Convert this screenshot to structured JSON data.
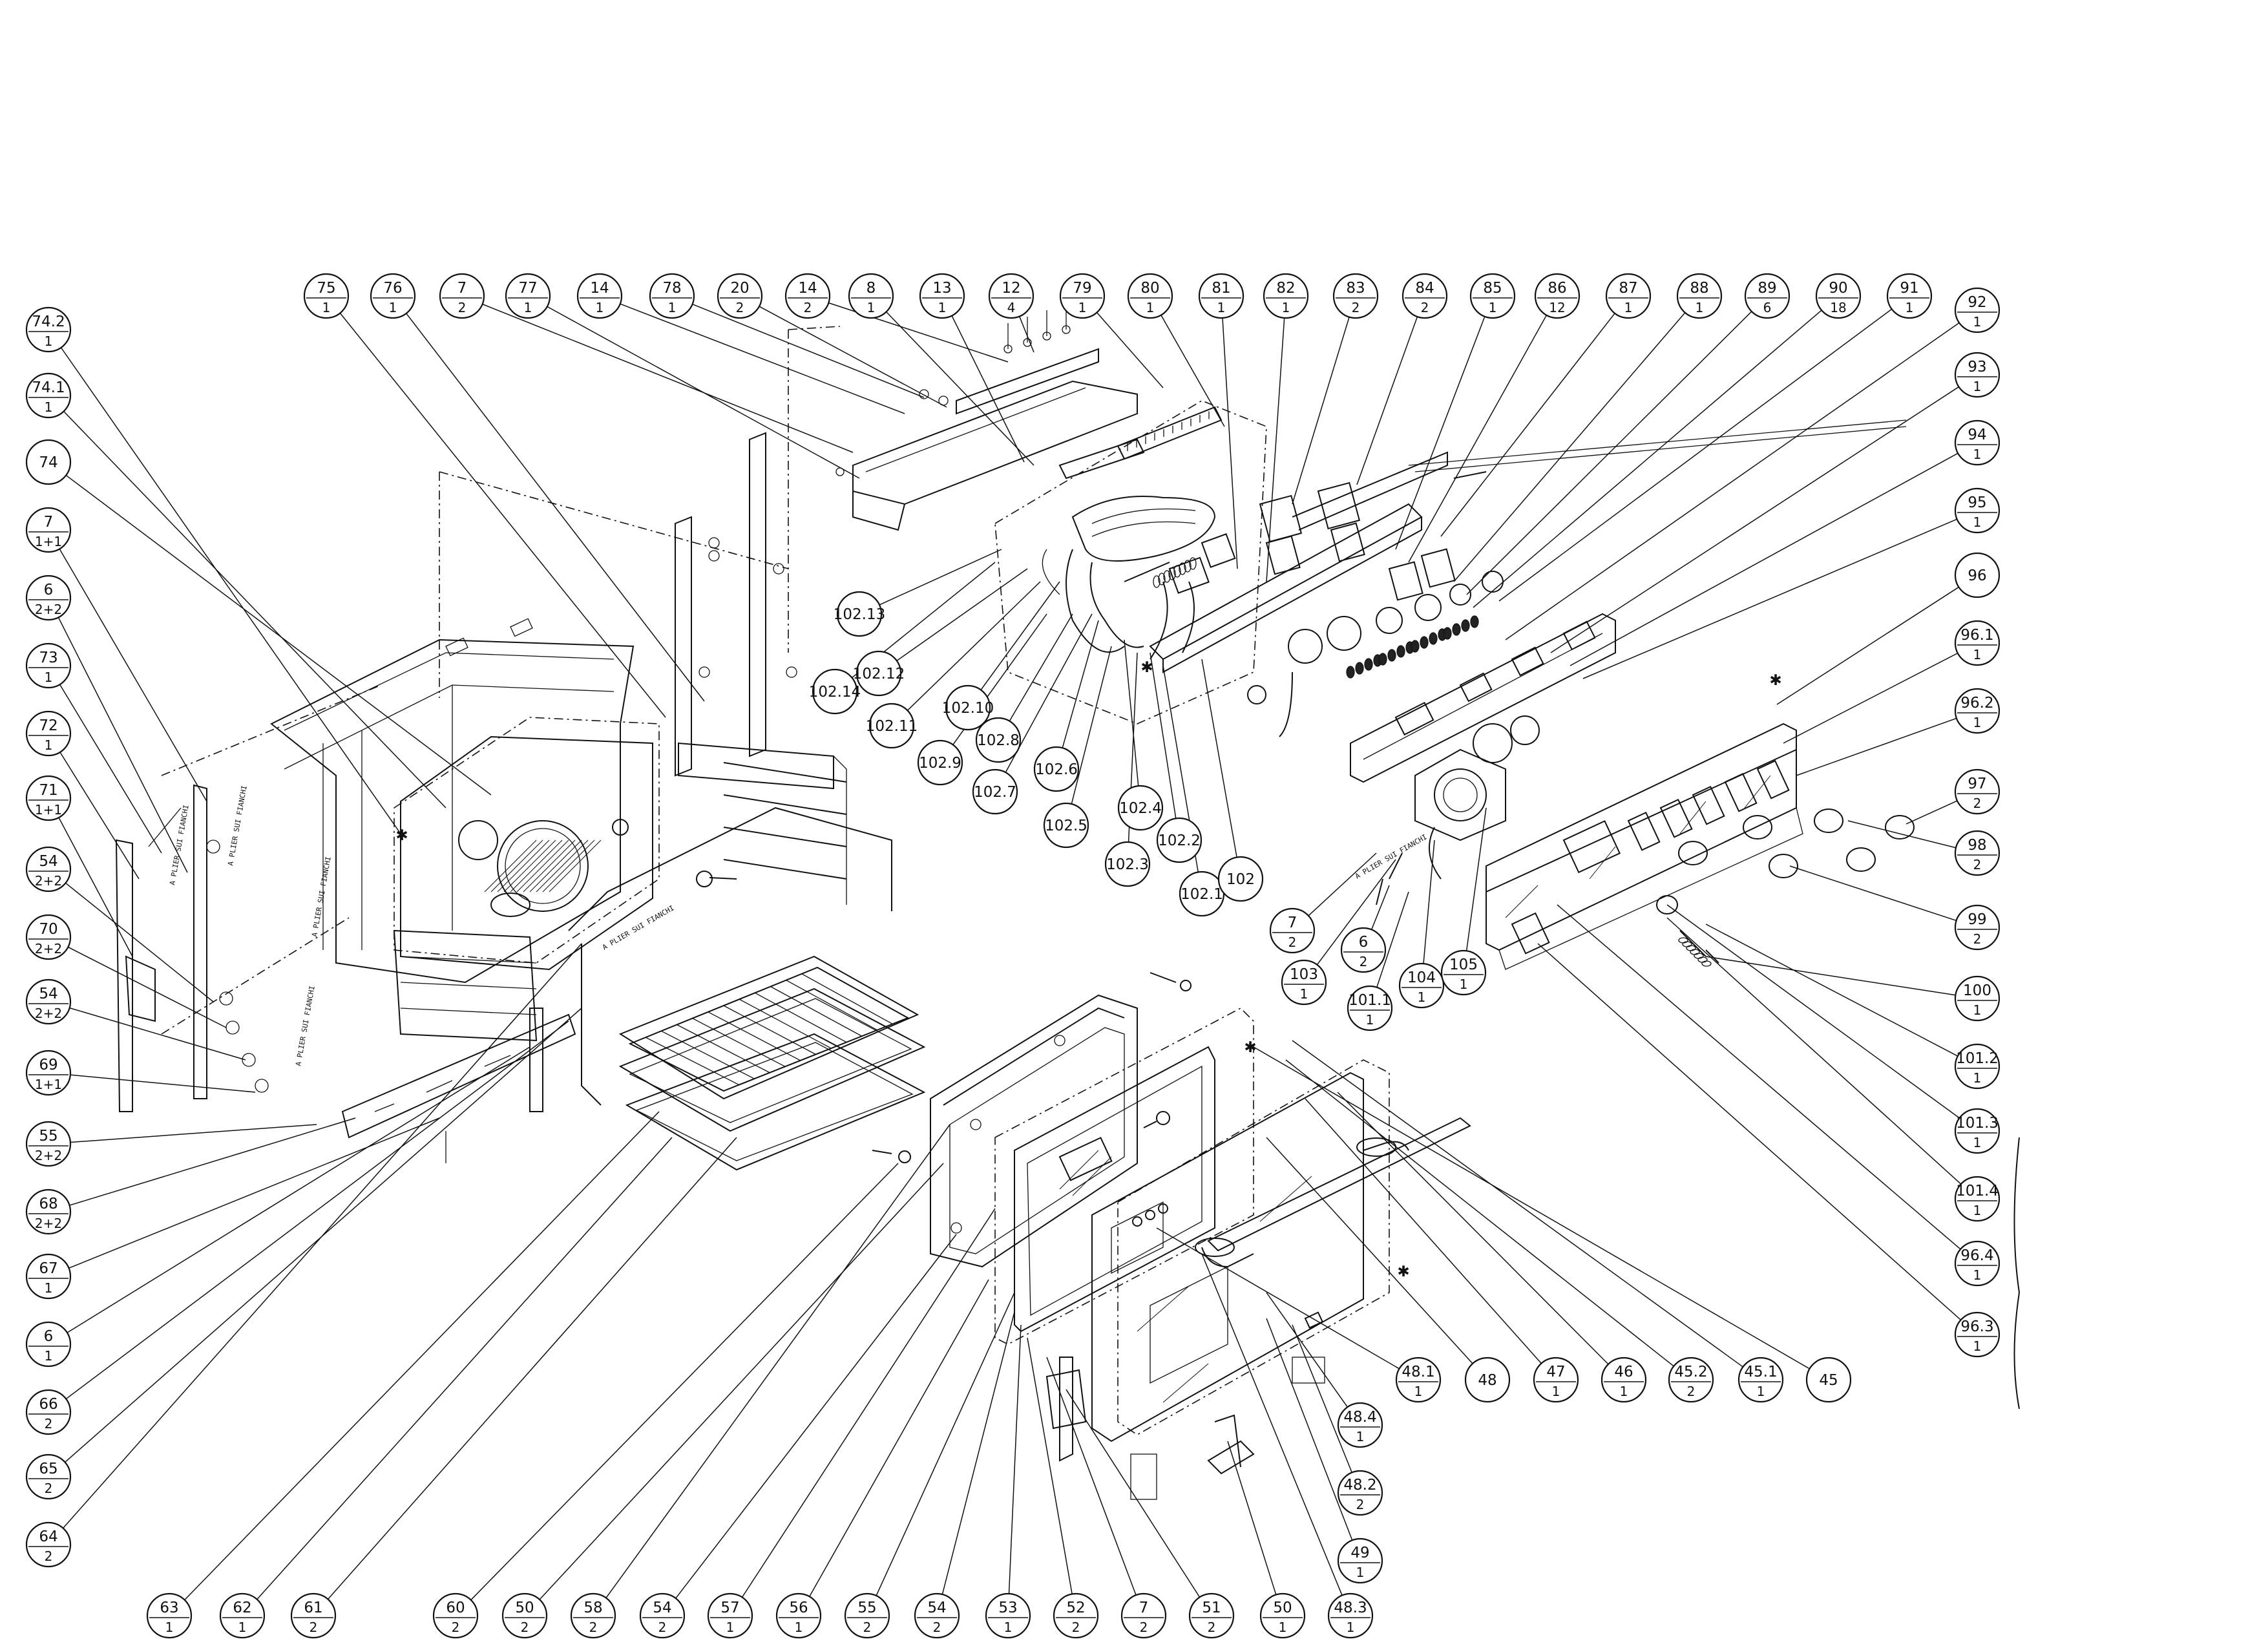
{
  "parts": [
    {
      "num": "75",
      "qty": "1"
    },
    {
      "num": "76",
      "qty": "1"
    },
    {
      "num": "7",
      "qty": "2"
    },
    {
      "num": "77",
      "qty": "1"
    },
    {
      "num": "14",
      "qty": "1"
    },
    {
      "num": "78",
      "qty": "1"
    },
    {
      "num": "20",
      "qty": "2"
    },
    {
      "num": "14",
      "qty": "2"
    },
    {
      "num": "8",
      "qty": "1"
    },
    {
      "num": "13",
      "qty": "1"
    },
    {
      "num": "12",
      "qty": "4"
    },
    {
      "num": "79",
      "qty": "1"
    },
    {
      "num": "80",
      "qty": "1"
    },
    {
      "num": "81",
      "qty": "1"
    },
    {
      "num": "82",
      "qty": "1"
    },
    {
      "num": "83",
      "qty": "2"
    },
    {
      "num": "84",
      "qty": "2"
    },
    {
      "num": "85",
      "qty": "1"
    },
    {
      "num": "86",
      "qty": "12"
    },
    {
      "num": "87",
      "qty": "1"
    },
    {
      "num": "88",
      "qty": "1"
    },
    {
      "num": "89",
      "qty": "6"
    },
    {
      "num": "90",
      "qty": "18"
    },
    {
      "num": "91",
      "qty": "1"
    },
    {
      "num": "92",
      "qty": "1"
    },
    {
      "num": "93",
      "qty": "1"
    },
    {
      "num": "94",
      "qty": "1"
    },
    {
      "num": "95",
      "qty": "1"
    },
    {
      "num": "96",
      "qty": ""
    },
    {
      "num": "96.1",
      "qty": "1"
    },
    {
      "num": "96.2",
      "qty": "1"
    },
    {
      "num": "97",
      "qty": "2"
    },
    {
      "num": "98",
      "qty": "2"
    },
    {
      "num": "99",
      "qty": "2"
    },
    {
      "num": "100",
      "qty": "1"
    },
    {
      "num": "101.2",
      "qty": "1"
    },
    {
      "num": "101.3",
      "qty": "1"
    },
    {
      "num": "101.4",
      "qty": "1"
    },
    {
      "num": "96.4",
      "qty": "1"
    },
    {
      "num": "96.3",
      "qty": "1"
    },
    {
      "num": "74.2",
      "qty": "1"
    },
    {
      "num": "74.1",
      "qty": "1"
    },
    {
      "num": "74",
      "qty": ""
    },
    {
      "num": "7",
      "qty": "1+1"
    },
    {
      "num": "6",
      "qty": "2+2"
    },
    {
      "num": "73",
      "qty": "1"
    },
    {
      "num": "72",
      "qty": "1"
    },
    {
      "num": "71",
      "qty": "1+1"
    },
    {
      "num": "54",
      "qty": "2+2"
    },
    {
      "num": "70",
      "qty": "2+2"
    },
    {
      "num": "54",
      "qty": "2+2"
    },
    {
      "num": "69",
      "qty": "1+1"
    },
    {
      "num": "55",
      "qty": "2+2"
    },
    {
      "num": "68",
      "qty": "2+2"
    },
    {
      "num": "67",
      "qty": "1"
    },
    {
      "num": "6",
      "qty": "1"
    },
    {
      "num": "66",
      "qty": "2"
    },
    {
      "num": "65",
      "qty": "2"
    },
    {
      "num": "64",
      "qty": "2"
    },
    {
      "num": "63",
      "qty": "1"
    },
    {
      "num": "62",
      "qty": "1"
    },
    {
      "num": "61",
      "qty": "2"
    },
    {
      "num": "60",
      "qty": "2"
    },
    {
      "num": "50",
      "qty": "2"
    },
    {
      "num": "58",
      "qty": "2"
    },
    {
      "num": "54",
      "qty": "2"
    },
    {
      "num": "57",
      "qty": "1"
    },
    {
      "num": "56",
      "qty": "1"
    },
    {
      "num": "55",
      "qty": "2"
    },
    {
      "num": "54",
      "qty": "2"
    },
    {
      "num": "53",
      "qty": "1"
    },
    {
      "num": "52",
      "qty": "2"
    },
    {
      "num": "7",
      "qty": "2"
    },
    {
      "num": "51",
      "qty": "2"
    },
    {
      "num": "50",
      "qty": "1"
    },
    {
      "num": "48.3",
      "qty": "1"
    },
    {
      "num": "102.13",
      "qty": ""
    },
    {
      "num": "102.14",
      "qty": ""
    },
    {
      "num": "102.12",
      "qty": ""
    },
    {
      "num": "102.11",
      "qty": ""
    },
    {
      "num": "102.10",
      "qty": ""
    },
    {
      "num": "102.9",
      "qty": ""
    },
    {
      "num": "102.8",
      "qty": ""
    },
    {
      "num": "102.7",
      "qty": ""
    },
    {
      "num": "102.6",
      "qty": ""
    },
    {
      "num": "102.5",
      "qty": ""
    },
    {
      "num": "102.4",
      "qty": ""
    },
    {
      "num": "102.3",
      "qty": ""
    },
    {
      "num": "102.2",
      "qty": ""
    },
    {
      "num": "102.1",
      "qty": ""
    },
    {
      "num": "102",
      "qty": ""
    },
    {
      "num": "7",
      "qty": "2"
    },
    {
      "num": "6",
      "qty": "2"
    },
    {
      "num": "103",
      "qty": "1"
    },
    {
      "num": "101.1",
      "qty": "1"
    },
    {
      "num": "104",
      "qty": "1"
    },
    {
      "num": "105",
      "qty": "1"
    },
    {
      "num": "48.1",
      "qty": "1"
    },
    {
      "num": "48",
      "qty": ""
    },
    {
      "num": "47",
      "qty": "1"
    },
    {
      "num": "46",
      "qty": "1"
    },
    {
      "num": "45.2",
      "qty": "2"
    },
    {
      "num": "45.1",
      "qty": "1"
    },
    {
      "num": "45",
      "qty": ""
    },
    {
      "num": "48.4",
      "qty": "1"
    },
    {
      "num": "48.2",
      "qty": "2"
    },
    {
      "num": "49",
      "qty": "1"
    }
  ],
  "drawing_notes": [
    "A PLIER SUI FIANCHI",
    "A PLIER SUI FIANCHI",
    "A PLIER SUI FIANCHI",
    "A PLIER SUI FIANCHI",
    "A PLIER SUI FIANCHI",
    "A PLIER SUI FIANCHI"
  ]
}
